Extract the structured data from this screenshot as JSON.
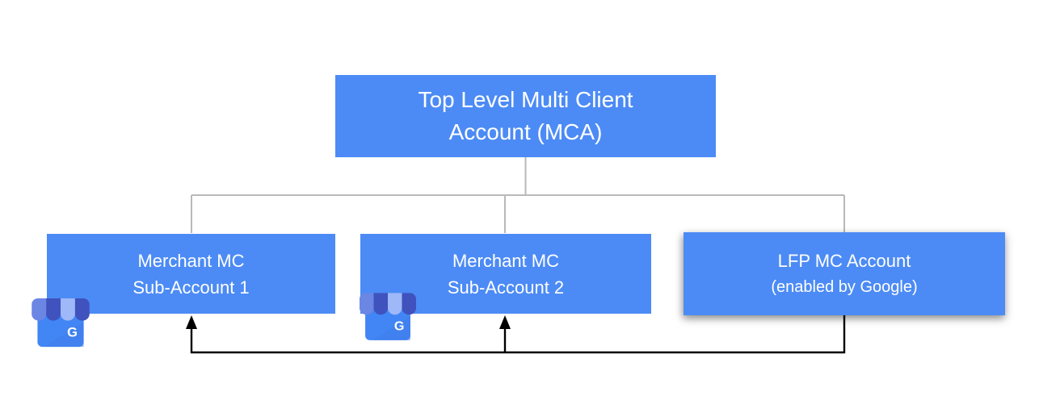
{
  "diagram": {
    "background": "#ffffff",
    "nodes": [
      {
        "line1": "Top Level Multi Client",
        "line2": "Account (MCA)"
      },
      {
        "line1": "Merchant MC",
        "line2": "Sub-Account 1"
      },
      {
        "line1": "Merchant MC",
        "line2": "Sub-Account 2"
      },
      {
        "line1": "LFP MC Account",
        "line2": "(enabled by Google)"
      }
    ],
    "icons": [
      {
        "name": "google-business-storefront-icon",
        "letter": "G"
      },
      {
        "name": "google-business-storefront-icon",
        "letter": "G"
      }
    ],
    "colors": {
      "node_fill": "#4C8BF5",
      "node_text": "#ffffff",
      "tree_connector": "#b9b9b9",
      "feedback_arrow": "#000000",
      "icon_body": "#4285F4",
      "icon_body_shade": "#3D7CE9",
      "icon_stripe_medium": "#6B86E3",
      "icon_stripe_dark": "#3F52BE",
      "icon_stripe_light": "#9EB8F8",
      "icon_letter_color": "#ffffff"
    }
  }
}
